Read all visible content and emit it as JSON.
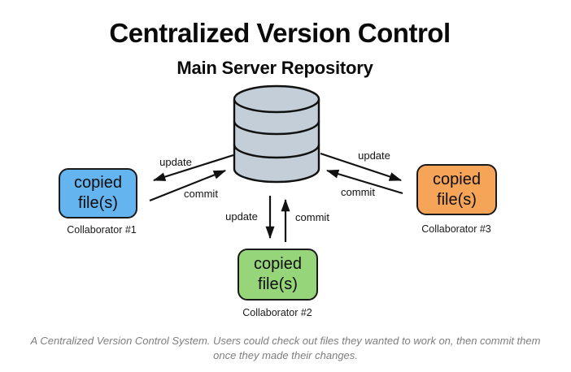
{
  "title": "Centralized Version Control",
  "subtitle": "Main Server Repository",
  "server": {
    "name": "Main Server Repository",
    "fill_color": "#C3CED8",
    "stroke_color": "#111111"
  },
  "collaborators": [
    {
      "box_label": "copied\nfile(s)",
      "caption": "Collaborator #1",
      "color": "#64B4F0"
    },
    {
      "box_label": "copied\nfile(s)",
      "caption": "Collaborator #2",
      "color": "#97D57A"
    },
    {
      "box_label": "copied\nfile(s)",
      "caption": "Collaborator #3",
      "color": "#F6A558"
    }
  ],
  "flows": {
    "left": {
      "update_label": "update",
      "commit_label": "commit"
    },
    "bottom": {
      "update_label": "update",
      "commit_label": "commit"
    },
    "right": {
      "update_label": "update",
      "commit_label": "commit"
    }
  },
  "footer_caption": "A Centralized Version Control System. Users could check out files they wanted to work on, then commit them once they made their changes."
}
